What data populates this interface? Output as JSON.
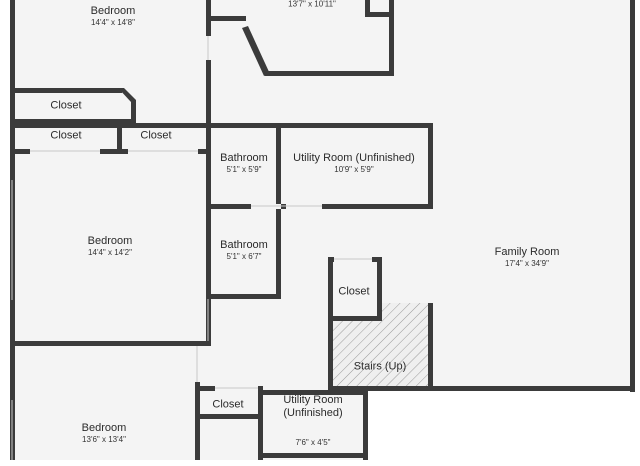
{
  "floorplan": {
    "rooms": [
      {
        "id": "bedroom-top",
        "name": "Bedroom",
        "dims": "14'4\" x 14'8\""
      },
      {
        "id": "top-center",
        "name": "",
        "dims": "13'7\" x 10'11\""
      },
      {
        "id": "closet-1",
        "name": "Closet",
        "dims": ""
      },
      {
        "id": "closet-2",
        "name": "Closet",
        "dims": ""
      },
      {
        "id": "closet-3",
        "name": "Closet",
        "dims": ""
      },
      {
        "id": "bathroom-1",
        "name": "Bathroom",
        "dims": "5'1\" x 5'9\""
      },
      {
        "id": "utility-1",
        "name": "Utility Room (Unfinished)",
        "dims": "10'9\" x 5'9\""
      },
      {
        "id": "bedroom-mid",
        "name": "Bedroom",
        "dims": "14'4\" x 14'2\""
      },
      {
        "id": "bathroom-2",
        "name": "Bathroom",
        "dims": "5'1\" x 6'7\""
      },
      {
        "id": "family-room",
        "name": "Family Room",
        "dims": "17'4\" x 34'9\""
      },
      {
        "id": "closet-4",
        "name": "Closet",
        "dims": ""
      },
      {
        "id": "stairs",
        "name": "Stairs (Up)",
        "dims": ""
      },
      {
        "id": "closet-5",
        "name": "Closet",
        "dims": ""
      },
      {
        "id": "utility-2",
        "name": "Utility Room\n(Unfinished)",
        "dims": "7'6\" x 4'5\""
      },
      {
        "id": "bedroom-bottom",
        "name": "Bedroom",
        "dims": "13'6\" x 13'4\""
      }
    ]
  }
}
